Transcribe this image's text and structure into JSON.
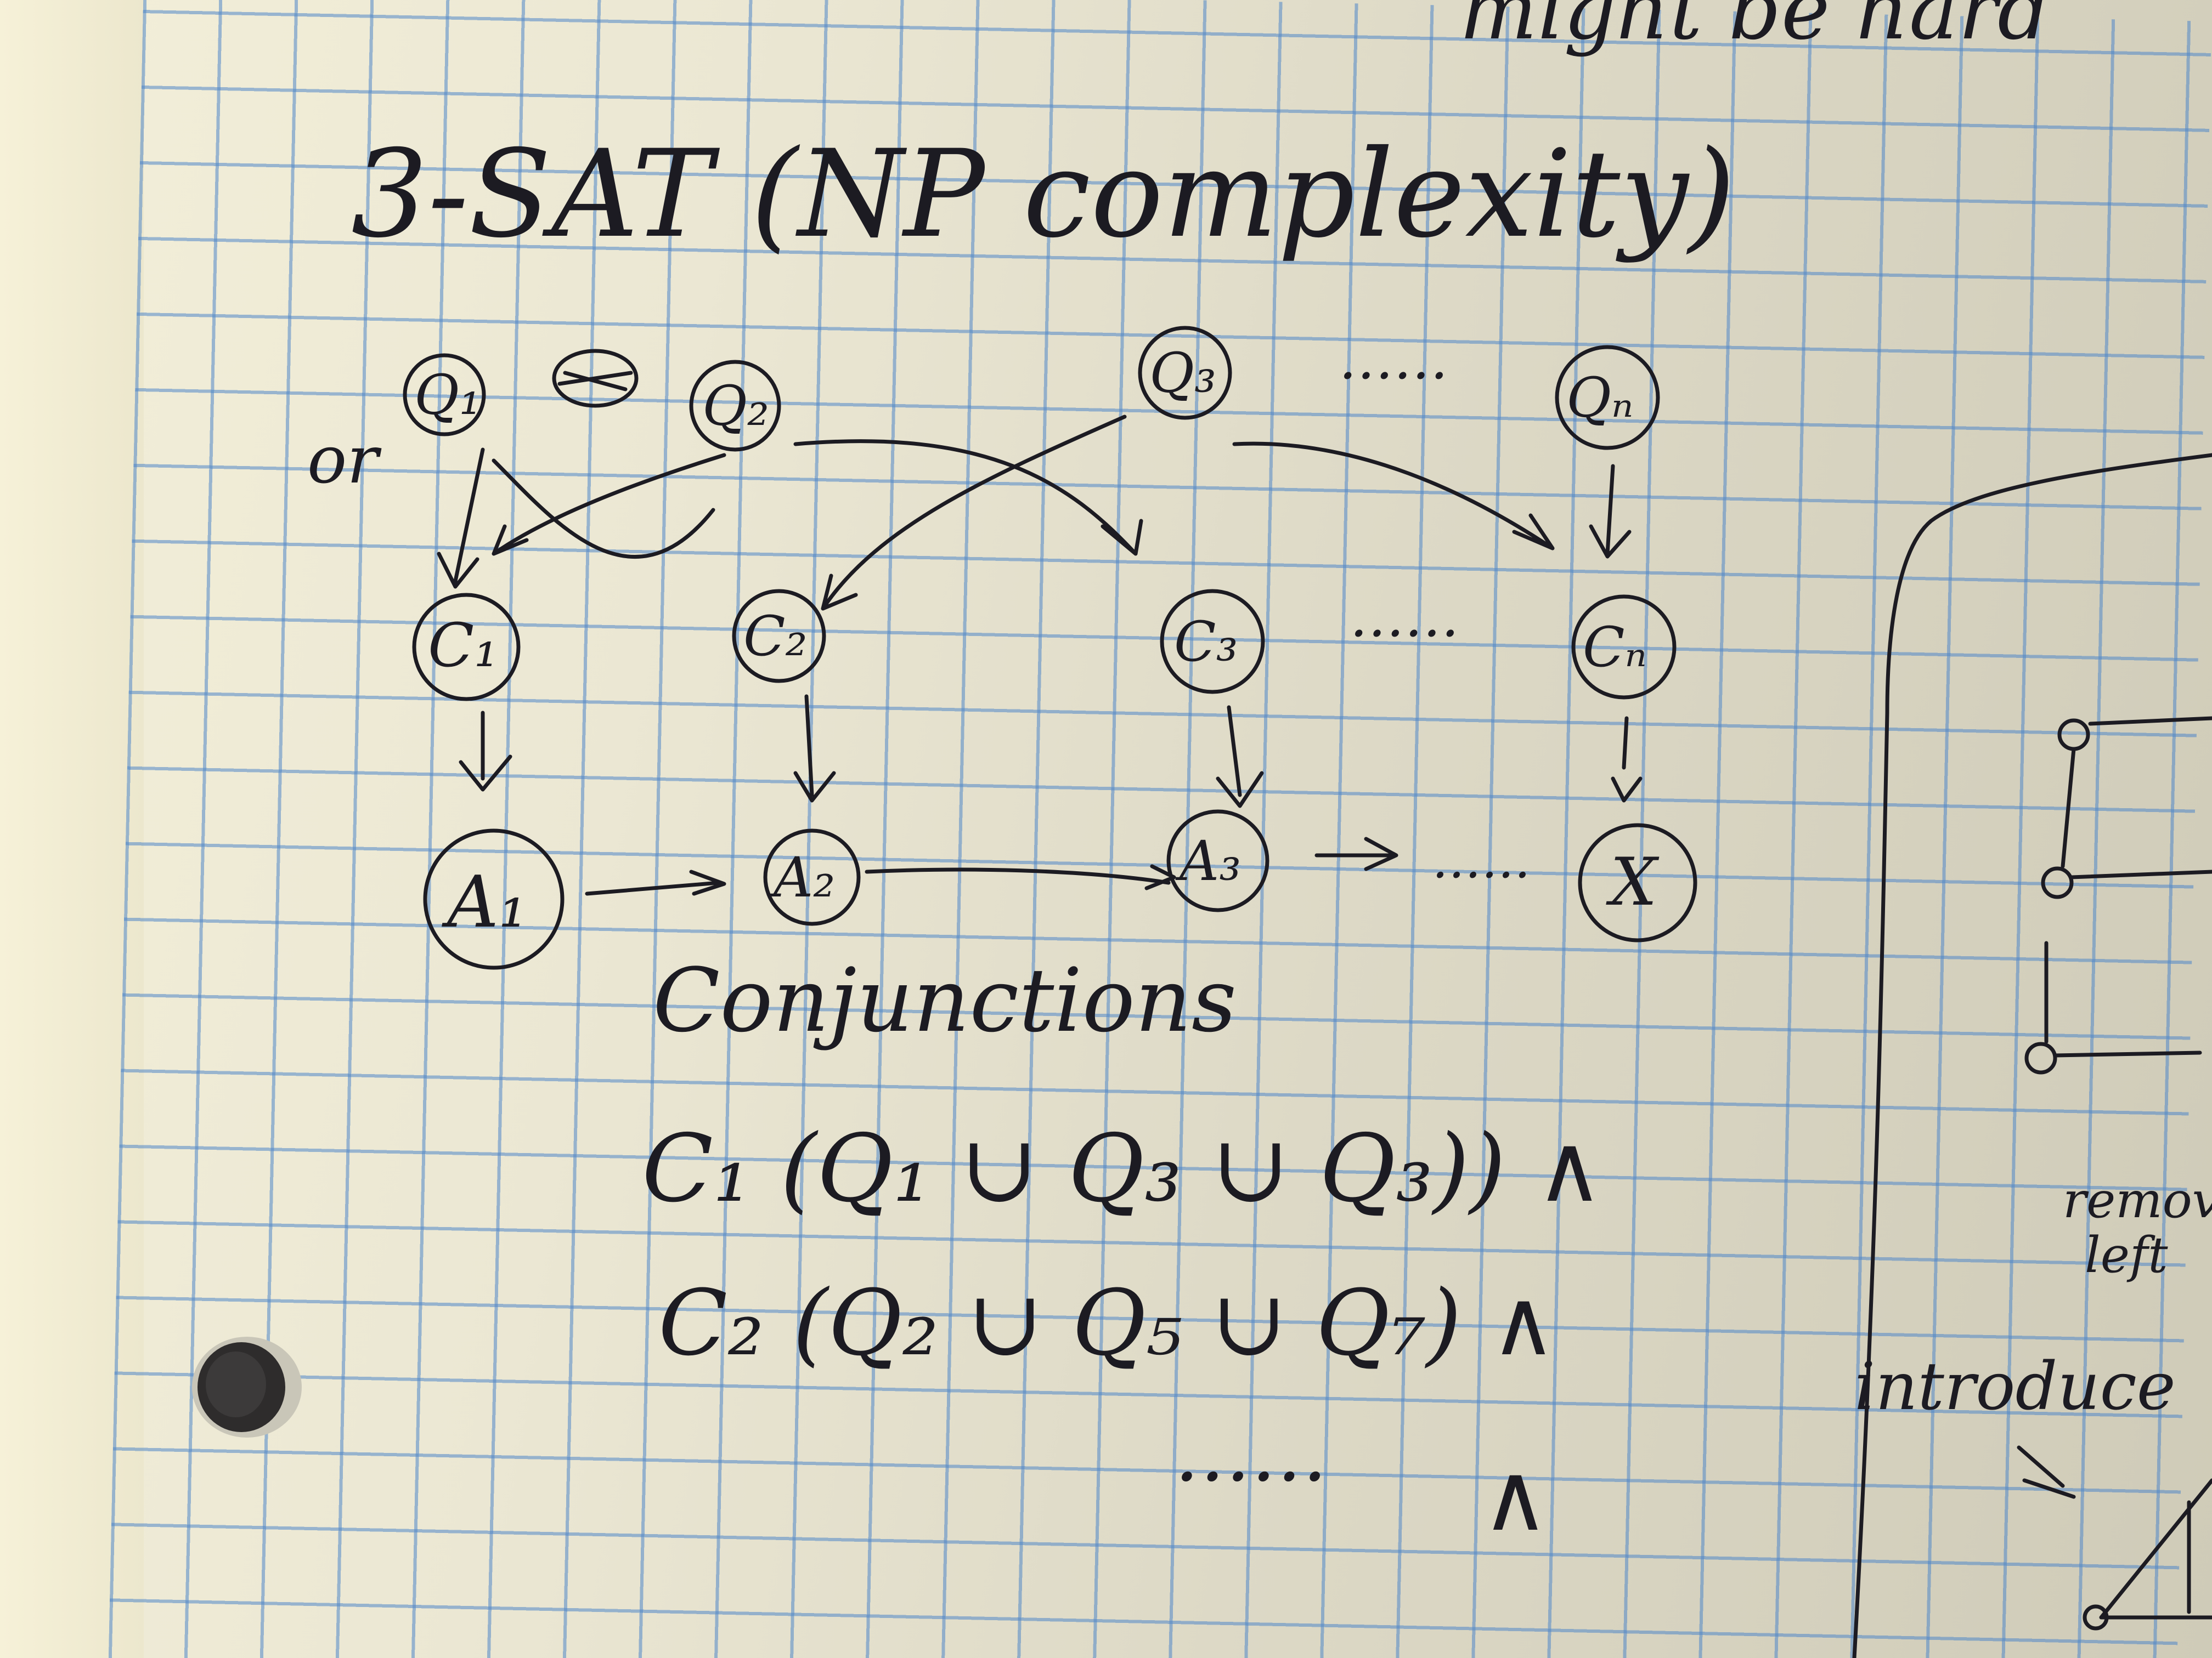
{
  "notes": {
    "top_right_fragment": "might be hard",
    "heading": "3-SAT (NP complexity)",
    "or_label": "or",
    "conjunctions_label": "Conjunctions",
    "clause_1": "C₁ (Q₁ ∪ Q₃ ∪ Q₃)) ∧",
    "clause_2": "C₂ (Q₂ ∪ Q₅ ∪ Q₇) ∧",
    "ellipsis_line": "……",
    "caret": "∧",
    "right_note_1": "remove",
    "right_note_2": "left",
    "right_note_3": "introduce"
  },
  "diagram": {
    "variables": [
      "Q₁",
      "Q₂",
      "Q₃",
      "Qₙ"
    ],
    "clauses": [
      "C₁",
      "C₂",
      "C₃",
      "Cₙ"
    ],
    "accumulators": [
      "A₁",
      "A₂",
      "A₃",
      "X"
    ],
    "dots": "……"
  },
  "colors": {
    "paper": "#ebe7d3",
    "grid": "#5087c8",
    "ink": "#1c1b22"
  }
}
